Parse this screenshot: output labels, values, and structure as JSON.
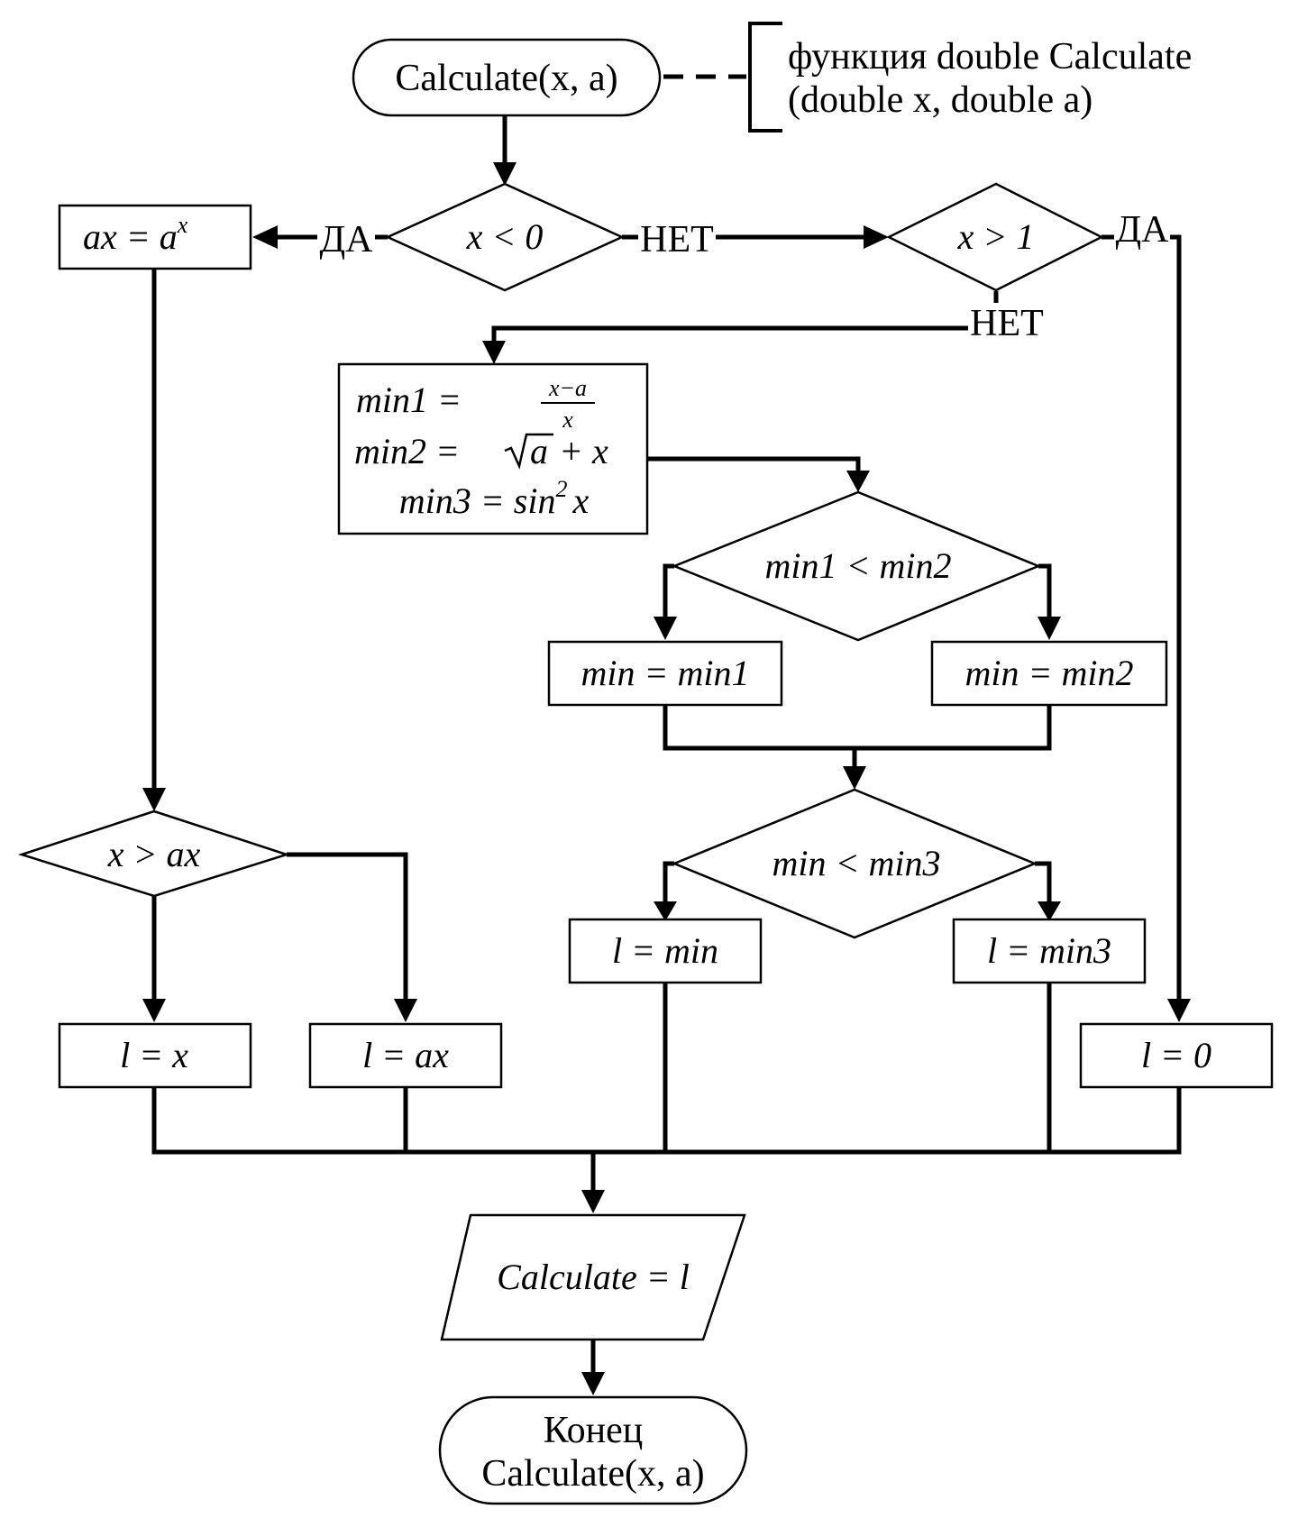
{
  "start": {
    "label": "Calculate(x, a)"
  },
  "comment": {
    "line1": "функция double Calculate",
    "line2": "(double x, double a)"
  },
  "decision_x_lt_0": {
    "label": "x < 0",
    "yes": "ДА",
    "no": "НЕТ"
  },
  "decision_x_gt_1": {
    "label": "x > 1",
    "yes": "ДА",
    "no": "НЕТ"
  },
  "process_ax": {
    "lhs": "ax = a",
    "exp": "x"
  },
  "process_mins": {
    "min1_lhs": "min1 =",
    "min1_num": "x−a",
    "min1_den": "x",
    "min2_lhs": "min2 =",
    "min2_rad": "a",
    "min2_tail": "+ x",
    "min3": "min3 = sin",
    "min3_exp": "2",
    "min3_tail": "x"
  },
  "decision_min1_lt_min2": {
    "label": "min1 < min2"
  },
  "process_min_eq_min1": {
    "label": "min = min1"
  },
  "process_min_eq_min2": {
    "label": "min = min2"
  },
  "decision_min_lt_min3": {
    "label": "min < min3"
  },
  "process_l_eq_min": {
    "label": "l = min"
  },
  "process_l_eq_min3": {
    "label": "l = min3"
  },
  "decision_x_gt_ax": {
    "label": "x > ax"
  },
  "process_l_eq_x": {
    "label": "l = x"
  },
  "process_l_eq_ax": {
    "label": "l = ax"
  },
  "process_l_eq_0": {
    "label": "l = 0"
  },
  "output": {
    "label": "Calculate = l"
  },
  "end": {
    "line1": "Конец",
    "line2": "Calculate(x, a)"
  }
}
